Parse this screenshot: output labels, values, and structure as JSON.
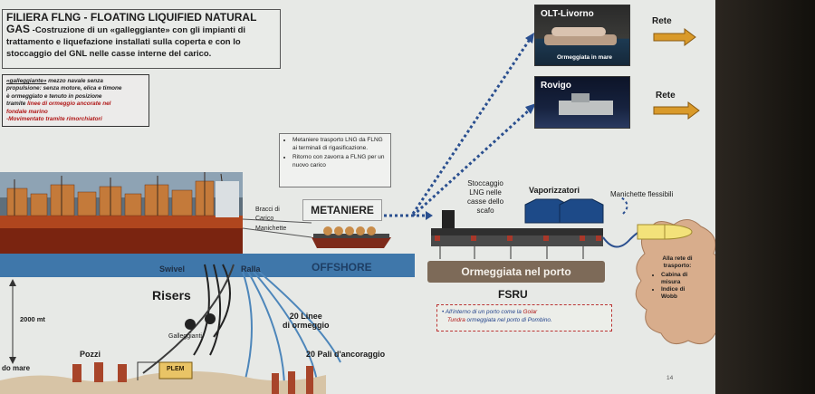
{
  "title": {
    "line1": "FILIERA FLNG - FLOATING LIQUIFIED NATURAL",
    "line2_lead": "GAS",
    "line2_rest": " -Costruzione di un «galleggiante» con gli impianti di",
    "line3": "trattamento e liquefazione installati sulla coperta e con lo",
    "line4": "stoccaggio del GNL nelle casse interne del carico."
  },
  "definition": {
    "term": "«galleggiante»",
    "text1": " mezzo navale senza",
    "line2": "propulsione: senza motore, elica e timone",
    "line3": "è ormeggiato e tenuto in posizione",
    "line4_a": "tramite ",
    "line4_red": "linee di ormeggio ancorate nel",
    "line5_red": "fondale marino",
    "line6_red": "-Movimentato tramite rimorchiatori"
  },
  "metaniere_box": {
    "item1": "Metaniere trasporto LNG da FLNG ai terminali di rigasificazione.",
    "item2": "Ritorno con zavorra a FLNG per un nuovo carico"
  },
  "labels": {
    "bracci": "Bracci di",
    "carico": "Carico",
    "manichette": "Manichette",
    "metaniere": "METANIERE",
    "swivel": "Swivel",
    "ralla": "Ralla",
    "offshore": "OFFSHORE",
    "risers": "Risers",
    "depth": "2000 mt",
    "fondo_mare": "do mare",
    "pozzi": "Pozzi",
    "galleggianti": "Galleggianti",
    "plem": "PLEM",
    "linee1": "20 Linee",
    "linee2": "di ormeggio",
    "pali": "20 Pali d'ancoraggio",
    "stoccaggio1": "Stoccaggio",
    "stoccaggio2": "LNG nelle",
    "stoccaggio3": "casse dello",
    "stoccaggio4": "scafo",
    "vaporizzatori": "Vaporizzatori",
    "manichette_flessibili": "Manichette flessibili",
    "ormeggiata_porto": "Ormeggiata nel porto",
    "fsru": "FSRU"
  },
  "fsru_note": {
    "line1_a": "All'interno di un porto come la ",
    "line1_red": "Golar",
    "line2_red": "Tundra",
    "line2_b": " ormeggiata nel porto di Pombino."
  },
  "terminals": {
    "olt": "OLT-Livorno",
    "olt_caption": "Ormeggiata in mare",
    "rovigo": "Rovigo",
    "rete1": "Rete",
    "rete2": "Rete"
  },
  "cloud": {
    "heading": "Alla rete di trasporto:",
    "item1": "Cabina di misura",
    "item2": "Indice di Wobb"
  },
  "page_number": "14",
  "colors": {
    "sea": "#3f77aa",
    "port": "#7d6a58",
    "arrow_dots": "#2a4f8f",
    "cloud": "#d8ad8c",
    "rete_arrow": "#d99a2a"
  }
}
